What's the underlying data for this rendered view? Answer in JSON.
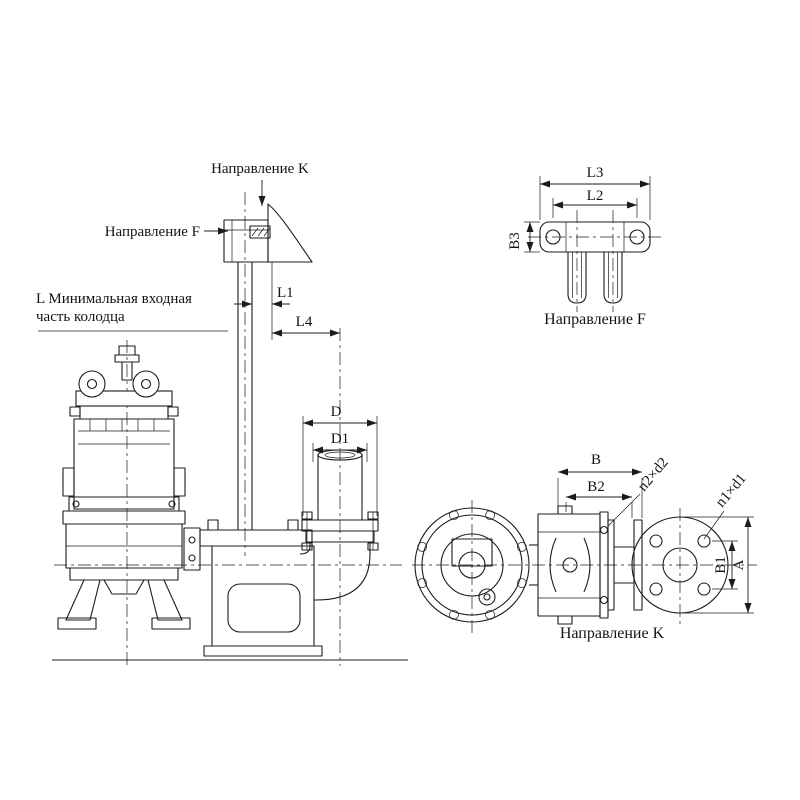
{
  "drawing": {
    "background": "#ffffff",
    "line_color": "#1c1c1c",
    "labels": {
      "direction_k_arrow": "Направление K",
      "direction_f_arrow": "Направление F",
      "min_inlet_line1": "L Минимальная входная",
      "min_inlet_line2": "часть колодца",
      "dim_L1": "L1",
      "dim_L4": "L4",
      "dim_D": "D",
      "dim_D1": "D1"
    },
    "view_f": {
      "dim_L3": "L3",
      "dim_L2": "L2",
      "dim_B3": "B3",
      "caption": "Направление F"
    },
    "view_k": {
      "dim_B": "B",
      "dim_B2": "B2",
      "bolt_label_coupling": "n2×d2",
      "bolt_label_flange": "n1×d1",
      "dim_B1": "B1",
      "dim_A": "A",
      "caption": "Направление K"
    }
  }
}
